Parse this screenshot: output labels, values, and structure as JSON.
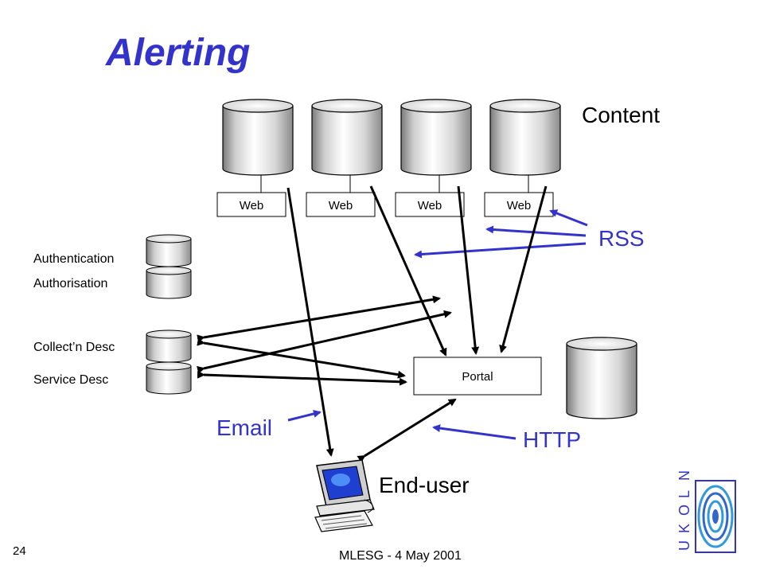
{
  "slide": {
    "title": "Alerting",
    "page_number": "24",
    "footer": "MLESG - 4 May 2001",
    "accent_color": "#3333cc",
    "logo": {
      "letters": [
        "U",
        "K",
        "O",
        "L",
        "N"
      ],
      "icon": "ukoln-swirl-icon"
    }
  },
  "labels": {
    "content": "Content",
    "rss": "RSS",
    "email": "Email",
    "http": "HTTP",
    "end_user": "End-user",
    "portal": "Portal"
  },
  "web_sources": [
    "Web",
    "Web",
    "Web",
    "Web"
  ],
  "services": {
    "authentication": "Authentication",
    "authorisation": "Authorisation",
    "collection_desc": "Collect’n Desc",
    "service_desc": "Service Desc"
  }
}
